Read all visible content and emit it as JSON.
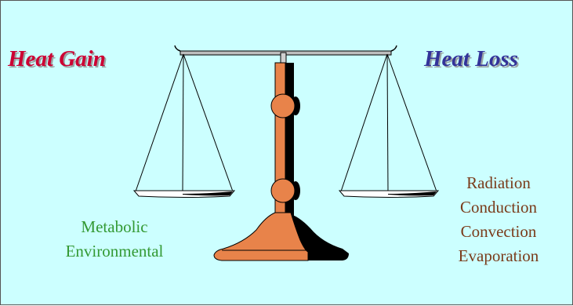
{
  "heat_gain": {
    "title": "Heat Gain",
    "items": [
      "Metabolic",
      "Environmental"
    ]
  },
  "heat_loss": {
    "title": "Heat Loss",
    "items": [
      "Radiation",
      "Conduction",
      "Convection",
      "Evaporation"
    ]
  },
  "colors": {
    "background": "#ccffff",
    "gain_title": "#cc0033",
    "loss_title": "#333399",
    "gain_items": "#339933",
    "loss_items": "#7a3b1a",
    "post": "#e8834a"
  }
}
